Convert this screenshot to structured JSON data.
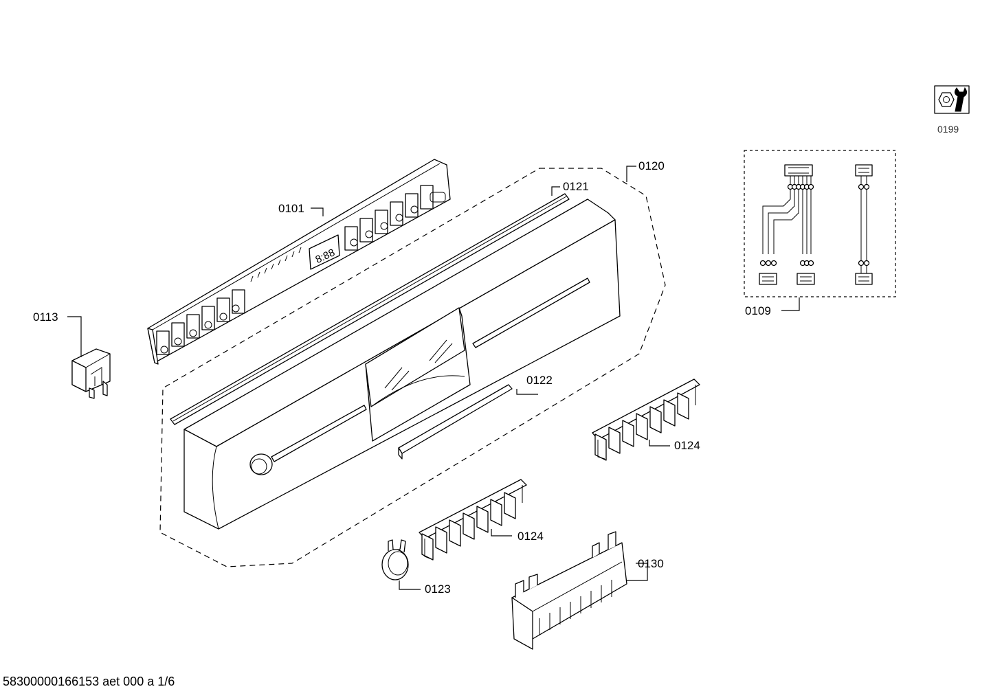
{
  "labels": {
    "p0101": "0101",
    "p0109": "0109",
    "p0113": "0113",
    "p0120": "0120",
    "p0121": "0121",
    "p0122": "0122",
    "p0123": "0123",
    "p0124a": "0124",
    "p0124b": "0124",
    "p0130": "0130",
    "p0199": "0199"
  },
  "display_digits": "8:88",
  "footer": "58300000166153 aet 000 a 1/6",
  "icons": {
    "tool_kit": "nut-and-wrench-icon"
  }
}
